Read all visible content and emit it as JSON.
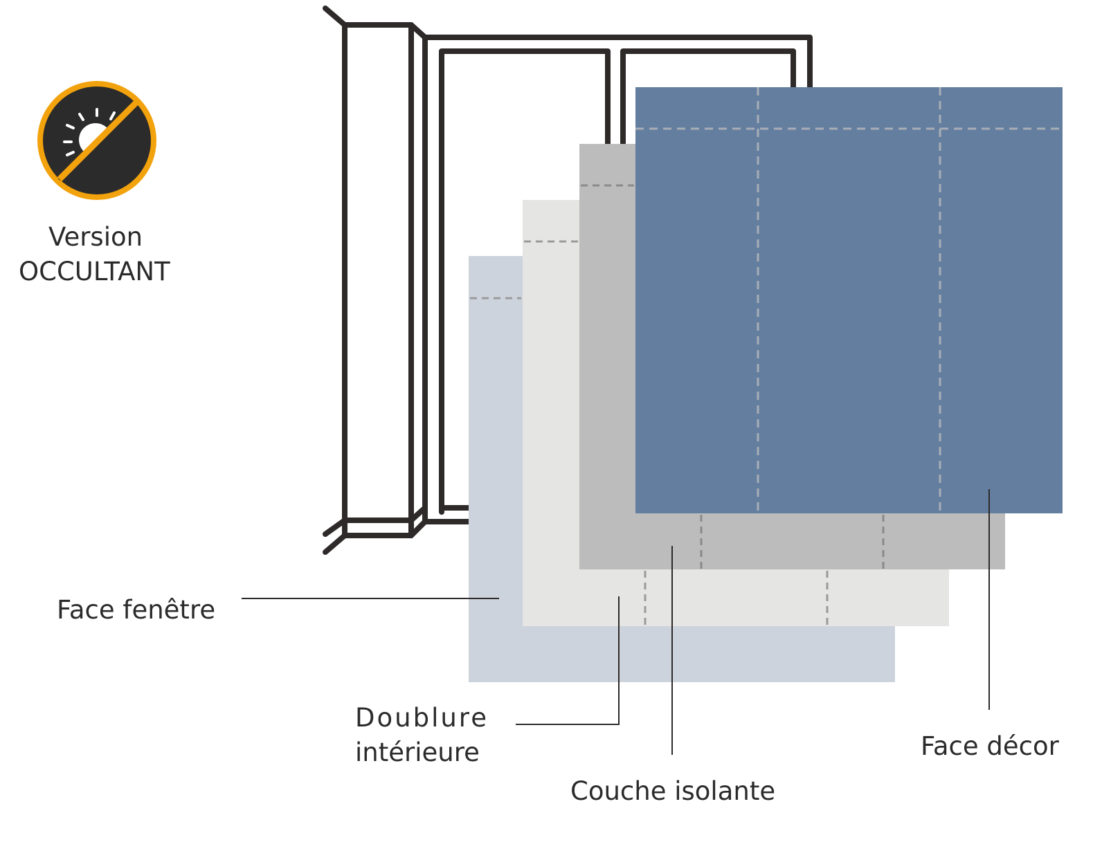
{
  "badge": {
    "line1": "Version",
    "line2": "OCCULTANT",
    "icon": "no-sun-icon",
    "ring_color": "#f2a20c",
    "fill_color": "#2b2b2b"
  },
  "layers": [
    {
      "label": "Face fenêtre",
      "color": "#cdd3dd"
    },
    {
      "label_line1": "Doublure",
      "label_line2": "intérieure",
      "color": "#e5e5e3"
    },
    {
      "label": "Couche isolante",
      "color": "#bcbcbc"
    },
    {
      "label": "Face décor",
      "color": "#647e9f"
    }
  ]
}
